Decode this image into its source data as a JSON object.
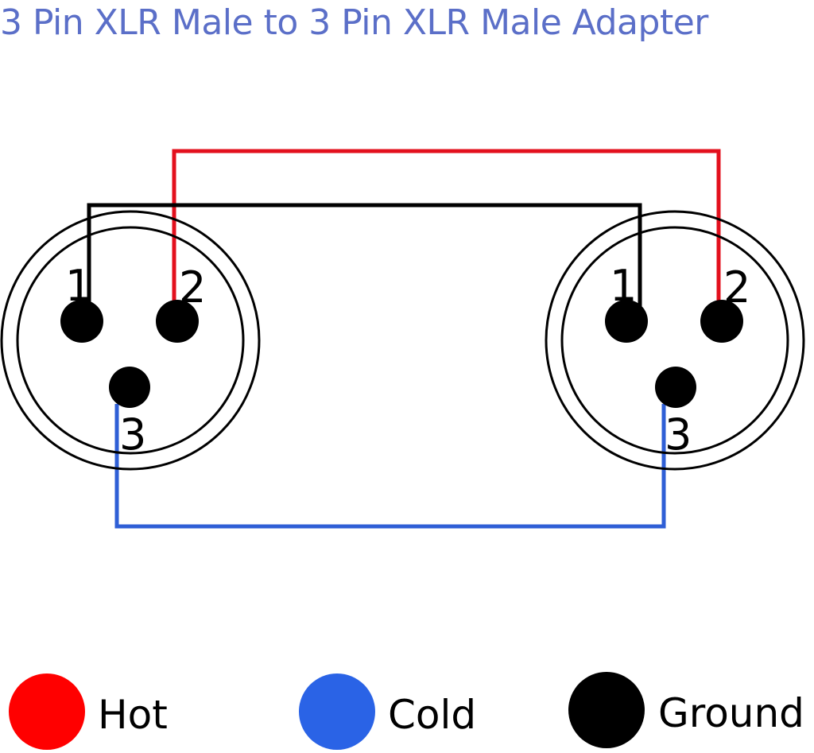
{
  "title": "3 Pin XLR Male to 3 Pin XLR Male Adapter",
  "connectors": [
    {
      "pins": [
        "1",
        "2",
        "3"
      ]
    },
    {
      "pins": [
        "1",
        "2",
        "3"
      ]
    }
  ],
  "wires": [
    {
      "pin": "1",
      "color": "#000000",
      "role": "Ground"
    },
    {
      "pin": "2",
      "color": "#e3101d",
      "role": "Hot"
    },
    {
      "pin": "3",
      "color": "#2f5fd6",
      "role": "Cold"
    }
  ],
  "legend": [
    {
      "label": "Hot",
      "color": "#ff0000"
    },
    {
      "label": "Cold",
      "color": "#2a63e6"
    },
    {
      "label": "Ground",
      "color": "#000000"
    }
  ]
}
